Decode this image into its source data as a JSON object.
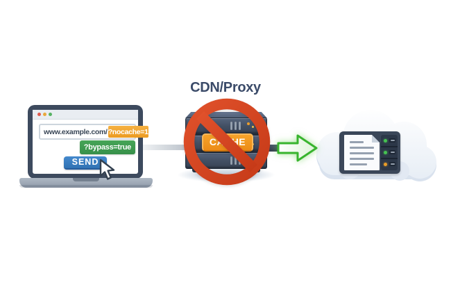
{
  "diagram": {
    "cdn_label": "CDN/Proxy",
    "browser": {
      "url_base": "www.example.com/",
      "nocache_param": "?nocache=1",
      "bypass_param": "?bypass=true",
      "send_label": "SEND"
    },
    "proxy": {
      "cache_label": "CACHE",
      "cache_crossed_out": true
    },
    "origin": {
      "led_colors": [
        "green",
        "green",
        "orange"
      ]
    },
    "colors": {
      "frame_slate": "#3d4a5e",
      "nocache_orange": "#f0a62c",
      "bypass_green": "#3f9b4f",
      "send_blue": "#3a7fc0",
      "cache_orange": "#f0981f",
      "prohibition_red": "#d64423",
      "arrow_green": "#3cb430",
      "request_line_gray": "#a3adb8"
    }
  }
}
